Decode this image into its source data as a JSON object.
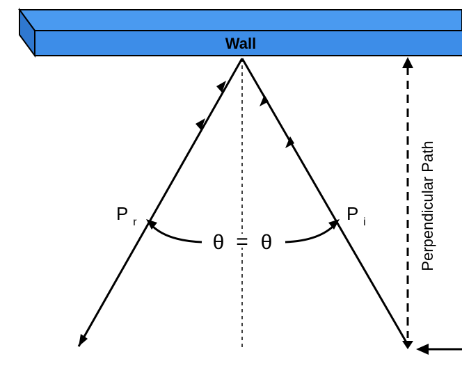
{
  "wall": {
    "label": "Wall",
    "color": "#3d8de8",
    "shade_top": "#4a9af0",
    "shade_side": "#2f78d0"
  },
  "labels": {
    "reflected": "P",
    "reflected_sub": "r",
    "incident": "P",
    "incident_sub": "i",
    "theta_left": "θ",
    "equals": "=",
    "theta_right": "θ",
    "perpendicular": "Perpendicular Path"
  }
}
